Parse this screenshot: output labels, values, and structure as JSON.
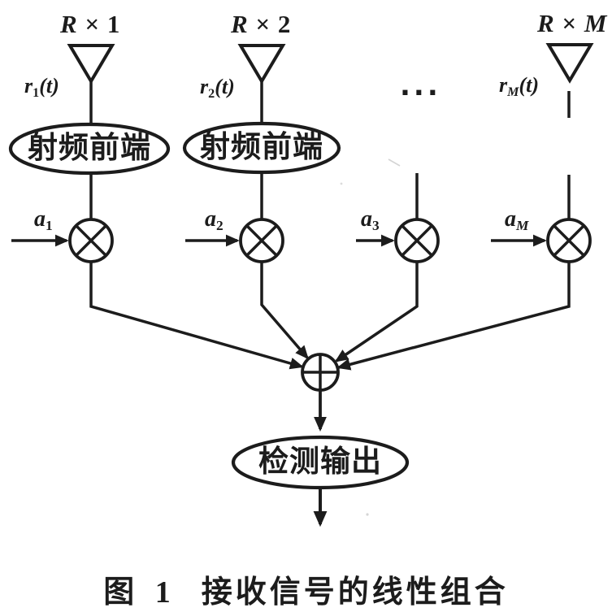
{
  "figure": {
    "columns": [
      {
        "antenna": {
          "var": "R",
          "op": "×",
          "idx": "1"
        },
        "signal": {
          "var": "r",
          "sub": "1",
          "arg": "(t)"
        },
        "frontend_label": "射频前端",
        "weight": {
          "var": "a",
          "sub": "1"
        }
      },
      {
        "antenna": {
          "var": "R",
          "op": "×",
          "idx": "2"
        },
        "signal": {
          "var": "r",
          "sub": "2",
          "arg": "(t)"
        },
        "frontend_label": "射频前端",
        "weight": {
          "var": "a",
          "sub": "2"
        }
      },
      {
        "weight": {
          "var": "a",
          "sub": "3"
        }
      },
      {
        "antenna": {
          "var": "R",
          "op": "×",
          "idx": "M"
        },
        "signal": {
          "var": "r",
          "sub": "M",
          "arg": "(t)"
        },
        "weight": {
          "var": "a",
          "sub": "M"
        }
      }
    ],
    "ellipsis": "...",
    "detector_label": "检测输出",
    "caption": {
      "tag": "图 1",
      "title": "接收信号的线性组合"
    },
    "colors": {
      "ink": "#1c1c1c",
      "background": "#ffffff"
    }
  }
}
